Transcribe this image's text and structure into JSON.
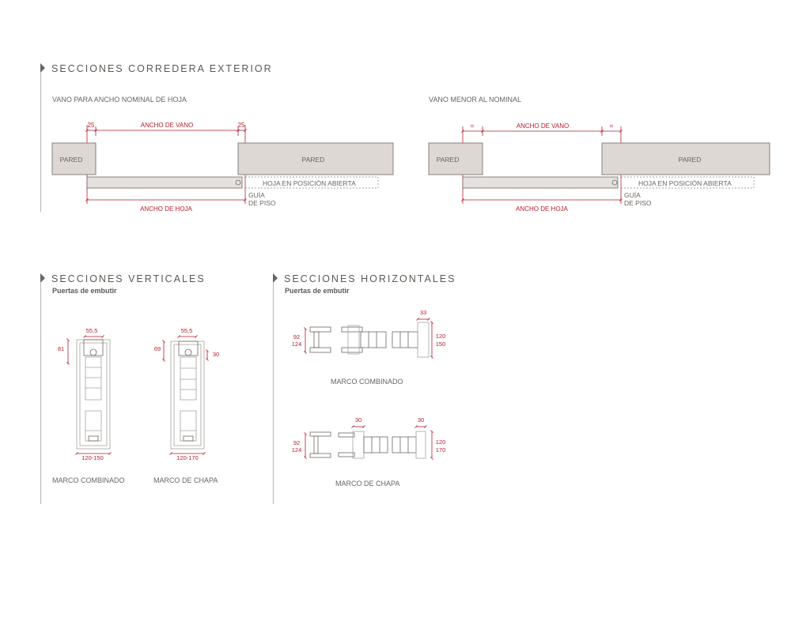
{
  "sections": {
    "sliding_exterior": {
      "title": "SECCIONES CORREDERA EXTERIOR",
      "left": {
        "caption": "VANO PARA ANCHO NOMINAL DE HOJA",
        "dim_left": "25",
        "dim_right": "25",
        "dim_opening": "ANCHO DE VANO",
        "dim_leaf": "ANCHO DE HOJA",
        "wall_left": "PARED",
        "wall_right": "PARED",
        "leaf_open": "HOJA EN POSICIÓN ABIERTA",
        "guide_line1": "GUÍA",
        "guide_line2": "DE PISO"
      },
      "right": {
        "caption": "VANO MENOR AL NOMINAL",
        "dim_left": "=",
        "dim_right": "=",
        "dim_opening": "ANCHO DE VANO",
        "dim_leaf": "ANCHO DE HOJA",
        "wall_left": "PARED",
        "wall_right": "PARED",
        "leaf_open": "HOJA EN POSICIÓN ABIERTA",
        "guide_line1": "GUÍA",
        "guide_line2": "DE PISO"
      }
    },
    "vertical": {
      "title": "SECCIONES VERTICALES",
      "subtitle": "Puertas de embutir",
      "combined": {
        "top_width": "55,5",
        "height": "81",
        "bottom_width": "120-150",
        "caption": "MARCO COMBINADO"
      },
      "sheet": {
        "top_width": "55,5",
        "height": "69",
        "side": "30",
        "bottom_width": "120-170",
        "caption": "MARCO DE CHAPA"
      }
    },
    "horizontal": {
      "title": "SECCIONES HORIZONTALES",
      "subtitle": "Puertas de embutir",
      "combined": {
        "left_top": "92",
        "left_bottom": "124",
        "top": "33",
        "right_top": "120",
        "right_bottom": "150",
        "caption": "MARCO COMBINADO"
      },
      "sheet": {
        "left_top": "92",
        "left_bottom": "124",
        "top_left": "30",
        "top_right": "30",
        "right_top": "120",
        "right_bottom": "170",
        "caption": "MARCO DE CHAPA"
      }
    }
  }
}
